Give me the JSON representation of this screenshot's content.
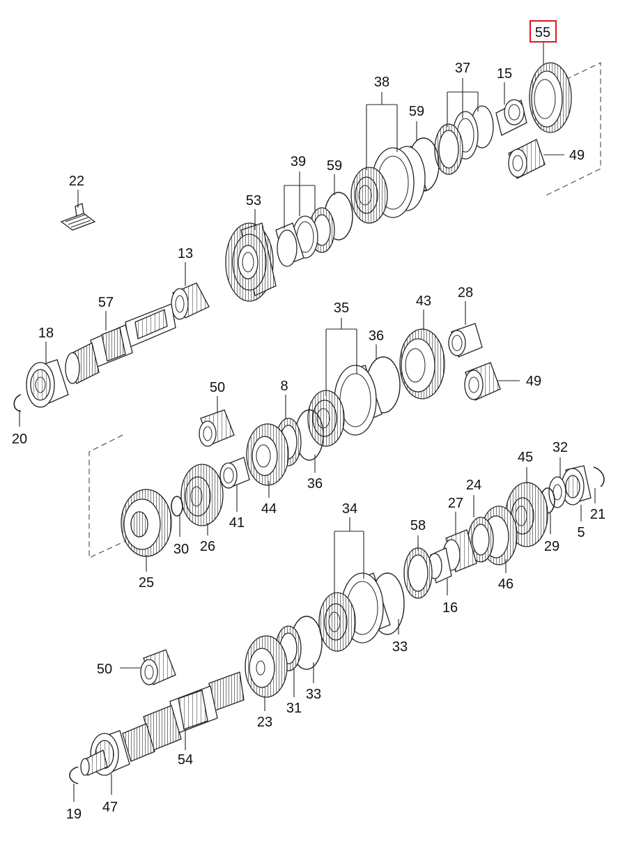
{
  "diagram": {
    "highlighted_callout": "55",
    "callouts": [
      {
        "id": "c55",
        "label": "55"
      },
      {
        "id": "c37",
        "label": "37"
      },
      {
        "id": "c15",
        "label": "15"
      },
      {
        "id": "c38",
        "label": "38"
      },
      {
        "id": "c59a",
        "label": "59"
      },
      {
        "id": "c49a",
        "label": "49"
      },
      {
        "id": "c22",
        "label": "22"
      },
      {
        "id": "c39",
        "label": "39"
      },
      {
        "id": "c59b",
        "label": "59"
      },
      {
        "id": "c53",
        "label": "53"
      },
      {
        "id": "c13",
        "label": "13"
      },
      {
        "id": "c57",
        "label": "57"
      },
      {
        "id": "c18",
        "label": "18"
      },
      {
        "id": "c20",
        "label": "20"
      },
      {
        "id": "c35",
        "label": "35"
      },
      {
        "id": "c43",
        "label": "43"
      },
      {
        "id": "c28",
        "label": "28"
      },
      {
        "id": "c36a",
        "label": "36"
      },
      {
        "id": "c49b",
        "label": "49"
      },
      {
        "id": "c50a",
        "label": "50"
      },
      {
        "id": "c8",
        "label": "8"
      },
      {
        "id": "c36b",
        "label": "36"
      },
      {
        "id": "c44",
        "label": "44"
      },
      {
        "id": "c41",
        "label": "41"
      },
      {
        "id": "c26",
        "label": "26"
      },
      {
        "id": "c30",
        "label": "30"
      },
      {
        "id": "c25",
        "label": "25"
      },
      {
        "id": "c32",
        "label": "32"
      },
      {
        "id": "c45",
        "label": "45"
      },
      {
        "id": "c24",
        "label": "24"
      },
      {
        "id": "c27",
        "label": "27"
      },
      {
        "id": "c21",
        "label": "21"
      },
      {
        "id": "c29",
        "label": "29"
      },
      {
        "id": "c5",
        "label": "5"
      },
      {
        "id": "c46",
        "label": "46"
      },
      {
        "id": "c34",
        "label": "34"
      },
      {
        "id": "c58",
        "label": "58"
      },
      {
        "id": "c16",
        "label": "16"
      },
      {
        "id": "c33a",
        "label": "33"
      },
      {
        "id": "c33b",
        "label": "33"
      },
      {
        "id": "c31",
        "label": "31"
      },
      {
        "id": "c23",
        "label": "23"
      },
      {
        "id": "c50b",
        "label": "50"
      },
      {
        "id": "c54",
        "label": "54"
      },
      {
        "id": "c47",
        "label": "47"
      },
      {
        "id": "c19",
        "label": "19"
      }
    ]
  }
}
